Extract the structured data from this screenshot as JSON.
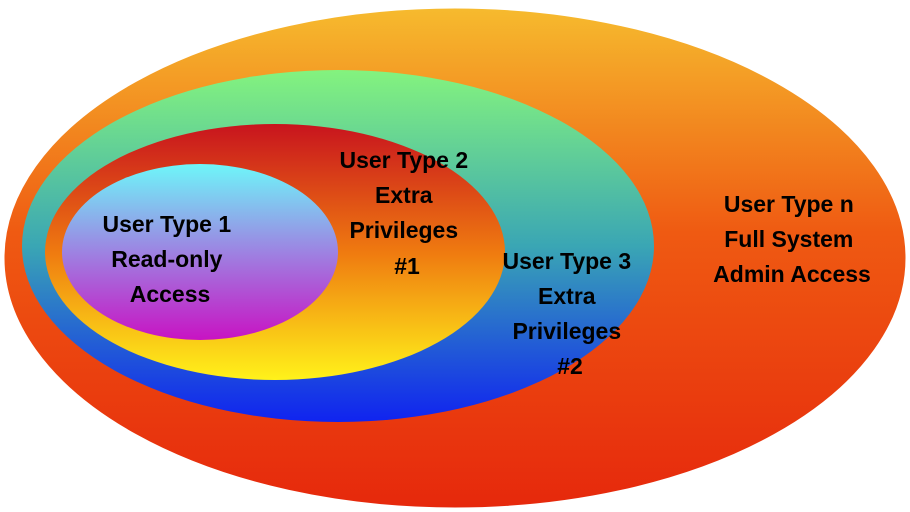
{
  "layers": [
    {
      "id": "user-type-n",
      "lines": [
        "User Type n",
        "Full System",
        "Admin Access"
      ],
      "gradient": [
        "#f6bb2e",
        "#ef5a12",
        "#e6280c"
      ]
    },
    {
      "id": "user-type-3",
      "lines": [
        "User Type 3",
        "Extra",
        "Privileges",
        "#2"
      ],
      "gradient": [
        "#84f37e",
        "#3aa6b4",
        "#1023f0"
      ]
    },
    {
      "id": "user-type-2",
      "lines": [
        "User Type 2",
        "Extra",
        "Privileges",
        "#1"
      ],
      "gradient": [
        "#c8141e",
        "#ef7a10",
        "#fff21a"
      ]
    },
    {
      "id": "user-type-1",
      "lines": [
        "User Type 1",
        "Read-only",
        "Access"
      ],
      "gradient": [
        "#6ef6f9",
        "#9d83e2",
        "#c813c3"
      ]
    }
  ]
}
